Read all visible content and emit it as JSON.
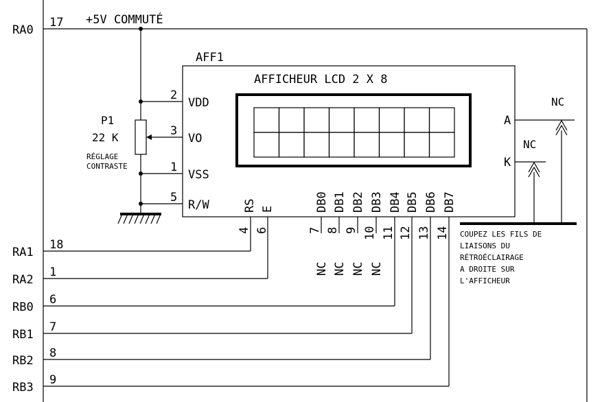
{
  "title": "AFFICHEUR LCD 2 X 8",
  "component_ref": "AFF1",
  "supply_label": "+5V COMMUTÉ",
  "potentiometer": {
    "ref": "P1",
    "value": "22 K",
    "note_line1": "RÉGLAGE",
    "note_line2": "CONTRASTE"
  },
  "left_pins": [
    {
      "num": "2",
      "name": "VDD"
    },
    {
      "num": "3",
      "name": "VO"
    },
    {
      "num": "1",
      "name": "VSS"
    },
    {
      "num": "5",
      "name": "R/W"
    }
  ],
  "control_pins": [
    {
      "name": "RS",
      "num": "4"
    },
    {
      "name": "E",
      "num": "6"
    }
  ],
  "data_pins": [
    {
      "name": "DB0",
      "num": "7",
      "nc": "NC"
    },
    {
      "name": "DB1",
      "num": "8",
      "nc": "NC"
    },
    {
      "name": "DB2",
      "num": "9",
      "nc": "NC"
    },
    {
      "name": "DB3",
      "num": "10",
      "nc": "NC"
    },
    {
      "name": "DB4",
      "num": "11",
      "nc": ""
    },
    {
      "name": "DB5",
      "num": "12",
      "nc": ""
    },
    {
      "name": "DB6",
      "num": "13",
      "nc": ""
    },
    {
      "name": "DB7",
      "num": "14",
      "nc": ""
    }
  ],
  "mcu_ports": [
    {
      "port": "RA0",
      "num": "17"
    },
    {
      "port": "RA1",
      "num": "18"
    },
    {
      "port": "RA2",
      "num": "1"
    },
    {
      "port": "RB0",
      "num": "6"
    },
    {
      "port": "RB1",
      "num": "7"
    },
    {
      "port": "RB2",
      "num": "8"
    },
    {
      "port": "RB3",
      "num": "9"
    }
  ],
  "backlight": {
    "a_label": "A",
    "k_label": "K",
    "nc_a": "NC",
    "nc_k": "NC"
  },
  "warning_lines": [
    "COUPEZ LES FILS DE",
    "LIAISONS DU",
    "RÉTROÉCLAIRAGE",
    "A DROITE SUR",
    "L'AFFICHEUR"
  ],
  "display": {
    "rows": 2,
    "cols": 8
  }
}
